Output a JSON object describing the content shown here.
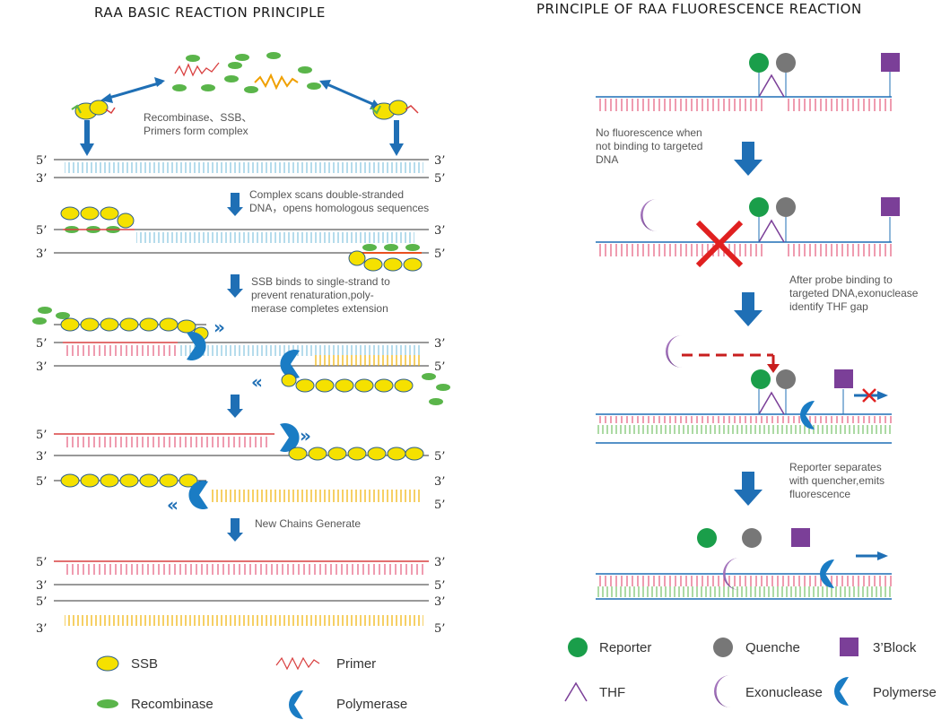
{
  "left": {
    "title": "RAA BASIC REACTION PRINCIPLE",
    "step1": [
      "Recombinase、SSB、",
      "Primers form complex"
    ],
    "step2": [
      "Complex scans double-stranded",
      "DNA，opens homologous sequences"
    ],
    "step3": [
      "SSB binds to single-strand to",
      "prevent renaturation,poly-",
      "merase completes extension"
    ],
    "step4": [
      "New Chains  Generate"
    ],
    "ends": {
      "five": "5’",
      "three": "3’"
    },
    "legend": {
      "ssb": "SSB",
      "primer": "Primer",
      "recombinase": "Recombinase",
      "polymerase": "Polymerase"
    }
  },
  "right": {
    "title": "PRINCIPLE OF RAA FLUORESCENCE REACTION",
    "step1": [
      "No fluorescence when",
      "not binding to targeted",
      "DNA"
    ],
    "step2": [
      "After probe binding to",
      "targeted DNA,exonuclease",
      "identify THF gap"
    ],
    "step3": [
      "Reporter separates",
      "with quencher,emits",
      "fluorescence"
    ],
    "legend": {
      "reporter": "Reporter",
      "quencher": "Quenche",
      "block": "3’Block",
      "thf": "THF",
      "exonuclease": "Exonuclease",
      "polymerase": "Polymerse"
    }
  },
  "colors": {
    "reporter": "#1a9e4a",
    "quencher": "#777777",
    "block": "#7b3f98",
    "arrow": "#1f6fb5",
    "primer": "#d94040",
    "ssb": "#f5e100",
    "recombinase": "#5ab54a",
    "template": "#6cb8d8",
    "newstrand": "#f0b000",
    "cross": "#e02020"
  }
}
